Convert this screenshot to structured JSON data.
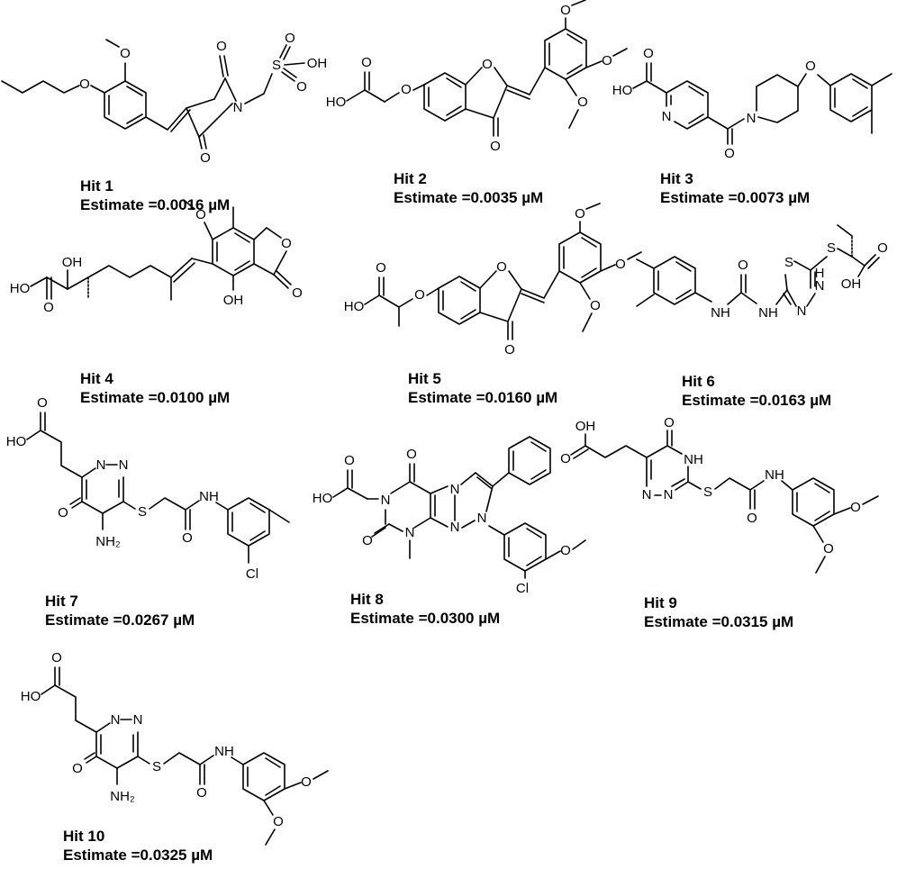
{
  "hits": [
    {
      "label": "Hit 1",
      "estimate": "Estimate =0.0016 µM"
    },
    {
      "label": "Hit 2",
      "estimate": "Estimate =0.0035 µM"
    },
    {
      "label": "Hit 3",
      "estimate": "Estimate =0.0073 µM"
    },
    {
      "label": "Hit 4",
      "estimate": "Estimate =0.0100 µM"
    },
    {
      "label": "Hit 5",
      "estimate": "Estimate =0.0160 µM"
    },
    {
      "label": "Hit 6",
      "estimate": "Estimate =0.0163 µM"
    },
    {
      "label": "Hit 7",
      "estimate": "Estimate =0.0267 µM"
    },
    {
      "label": "Hit 8",
      "estimate": "Estimate =0.0300 µM"
    },
    {
      "label": "Hit 9",
      "estimate": "Estimate =0.0315 µM"
    },
    {
      "label": "Hit 10",
      "estimate": "Estimate =0.0325 µM"
    }
  ],
  "atoms": {
    "O": "O",
    "N": "N",
    "S": "S",
    "H": "H",
    "OH": "OH",
    "HO": "HO",
    "NH": "NH",
    "H_N": "H",
    "N_H": "N",
    "Cl": "Cl",
    "NH2": "NH₂"
  },
  "colors": {
    "ink": "#000000",
    "background": "#ffffff"
  }
}
